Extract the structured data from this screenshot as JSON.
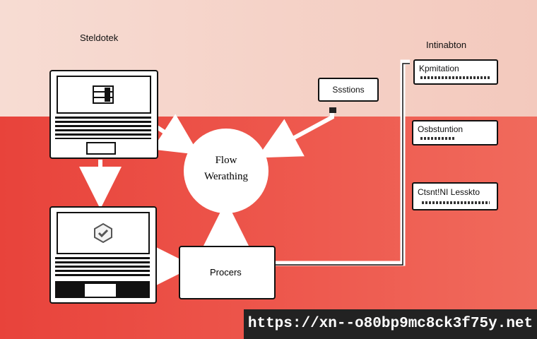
{
  "labels": {
    "top_left": "Steldotek",
    "top_right": "Intinabton",
    "sessions": "Ssstions",
    "flow_line1": "Flow",
    "flow_line2": "Werathing",
    "process": "Procers",
    "right_box1": "Kpmitation",
    "right_box2": "Osbstuntion",
    "right_box3": "Ctsnt!NI Lesskto"
  },
  "watermark": "https://xn--o80bp9mc8ck3f75y.net",
  "colors": {
    "top_background": "#f5d2c7",
    "bottom_background": "#e94a40",
    "stroke": "#111111"
  },
  "icons": [
    "server-stack-icon",
    "shield-icon"
  ]
}
